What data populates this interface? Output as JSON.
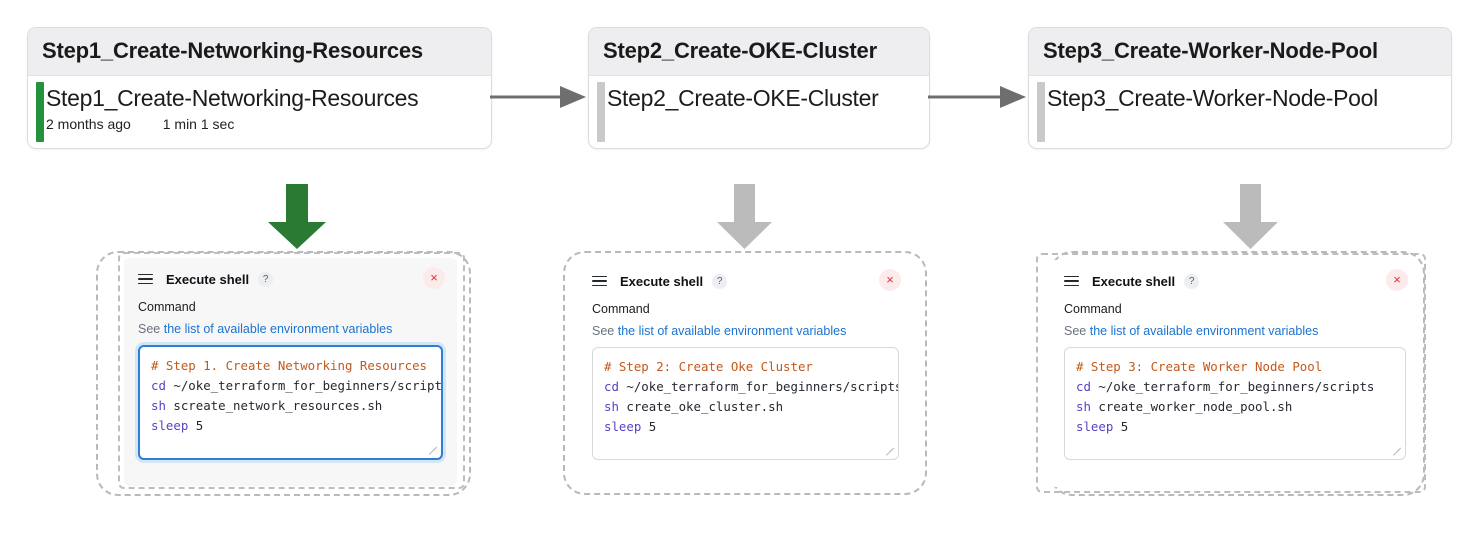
{
  "pipeline": {
    "stages": [
      {
        "header": "Step1_Create-Networking-Resources",
        "build_name": "Step1_Create-Networking-Resources",
        "time_ago": "2 months ago",
        "duration": "1 min 1 sec",
        "status_color": "#24913C"
      },
      {
        "header": "Step2_Create-OKE-Cluster",
        "build_name": "Step2_Create-OKE-Cluster",
        "time_ago": "",
        "duration": "",
        "status_color": "#c9c9c9"
      },
      {
        "header": "Step3_Create-Worker-Node-Pool",
        "build_name": "Step3_Create-Worker-Node-Pool",
        "time_ago": "",
        "duration": "",
        "status_color": "#c9c9c9"
      }
    ],
    "connector_arrow_color": "#6e6e6e",
    "down_arrow_colors": [
      "#2a7a34",
      "#bbbbbb",
      "#bbbbbb"
    ]
  },
  "shell_steps": [
    {
      "title": "Execute shell",
      "help_badge": "?",
      "close_label": "×",
      "command_label": "Command",
      "env_prefix": "See ",
      "env_link": "the list of available environment variables",
      "code": {
        "comment": "# Step 1. Create Networking Resources",
        "lines": [
          {
            "kw": "cd",
            "rest": " ~/oke_terraform_for_beginners/scripts"
          },
          {
            "kw": "sh",
            "rest": " screate_network_resources.sh"
          },
          {
            "kw": "sleep",
            "rest": " 5"
          }
        ]
      }
    },
    {
      "title": "Execute shell",
      "help_badge": "?",
      "close_label": "×",
      "command_label": "Command",
      "env_prefix": "See ",
      "env_link": "the list of available environment variables",
      "code": {
        "comment": "# Step 2: Create Oke Cluster",
        "lines": [
          {
            "kw": "cd",
            "rest": " ~/oke_terraform_for_beginners/scripts"
          },
          {
            "kw": "sh",
            "rest": " create_oke_cluster.sh"
          },
          {
            "kw": "sleep",
            "rest": " 5"
          }
        ]
      }
    },
    {
      "title": "Execute shell",
      "help_badge": "?",
      "close_label": "×",
      "command_label": "Command",
      "env_prefix": "See ",
      "env_link": "the list of available environment variables",
      "code": {
        "comment": "# Step 3: Create Worker Node Pool",
        "lines": [
          {
            "kw": "cd",
            "rest": " ~/oke_terraform_for_beginners/scripts"
          },
          {
            "kw": "sh",
            "rest": " create_worker_node_pool.sh"
          },
          {
            "kw": "sleep",
            "rest": " 5"
          }
        ]
      }
    }
  ],
  "colors": {
    "comment": "#c3591a",
    "keyword": "#5a42c8",
    "link": "#1a73d0",
    "close": "#e0303c",
    "header_bg": "#eeeef0"
  }
}
